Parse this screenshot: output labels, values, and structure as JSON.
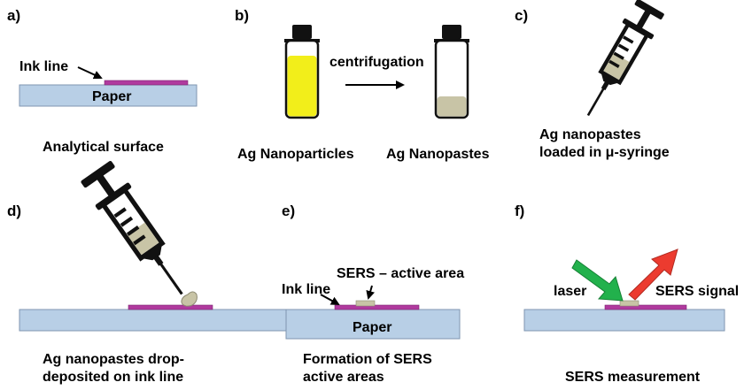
{
  "panels": {
    "a": {
      "label": "a)",
      "ink_label": "Ink line",
      "paper_label": "Paper",
      "caption": "Analytical surface"
    },
    "b": {
      "label": "b)",
      "arrow_label": "centrifugation",
      "caption_left": "Ag Nanoparticles",
      "caption_right": "Ag Nanopastes"
    },
    "c": {
      "label": "c)",
      "caption_line1": "Ag nanopastes",
      "caption_line2": "loaded in μ-syringe"
    },
    "d": {
      "label": "d)",
      "caption_line1": "Ag nanopastes drop-",
      "caption_line2": "deposited on  ink line"
    },
    "e": {
      "label": "e)",
      "active_area_label": "SERS – active area",
      "ink_label": "Ink line",
      "paper_label": "Paper",
      "caption_line1": "Formation of SERS",
      "caption_line2": "active areas"
    },
    "f": {
      "label": "f)",
      "laser_label": "laser",
      "signal_label": "SERS signal",
      "caption": "SERS measurement"
    }
  },
  "colors": {
    "paper": "#b8cfe6",
    "paper_edge": "#7f96b0",
    "ink_line": "#b03a9e",
    "ink_line_edge": "#7b2470",
    "nanoparticles": "#f2ee1a",
    "nanopaste": "#c8c4a6",
    "bottle_cap": "#111111",
    "laser_arrow": "#22b14c",
    "signal_arrow": "#ec3b2f"
  }
}
